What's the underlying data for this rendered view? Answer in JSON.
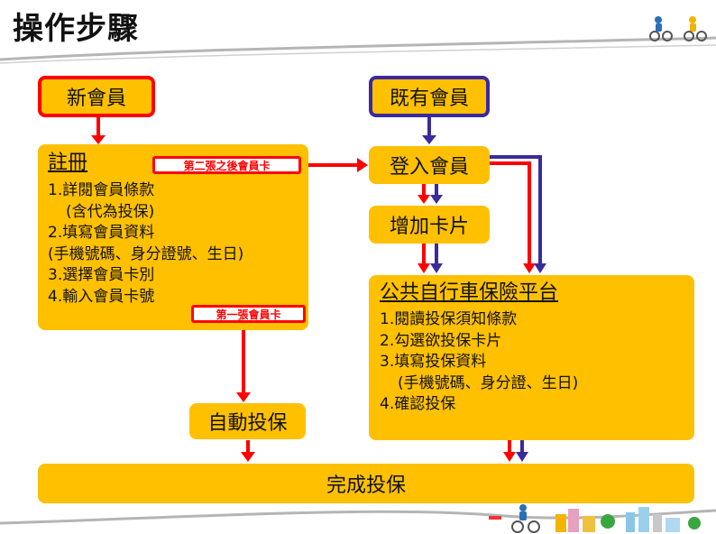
{
  "title": "操作步驟",
  "new_member": "新會員",
  "existing_member": "既有會員",
  "register": {
    "heading": "註冊",
    "lines": [
      "1.詳閱會員條款",
      "(含代為投保)",
      "2.填寫會員資料",
      "(手機號碼、身分證號、生日)",
      "3.選擇會員卡別",
      "4.輸入會員卡號"
    ]
  },
  "tags": {
    "second_card": "第二張之後會員卡",
    "first_card": "第一張會員卡"
  },
  "login": "登入會員",
  "add_card": "增加卡片",
  "platform": {
    "heading": "公共自行車保險平台",
    "lines": [
      "1.閱讀投保須知條款",
      "2.勾選欲投保卡片",
      "3.填寫投保資料",
      "(手機號碼、身分證、生日)",
      "4.確認投保"
    ]
  },
  "auto_insure": "自動投保",
  "complete": "完成投保",
  "colors": {
    "box_fill": "#ffc000",
    "new_path": "#ff0000",
    "existing_path": "#3b2a9c"
  }
}
